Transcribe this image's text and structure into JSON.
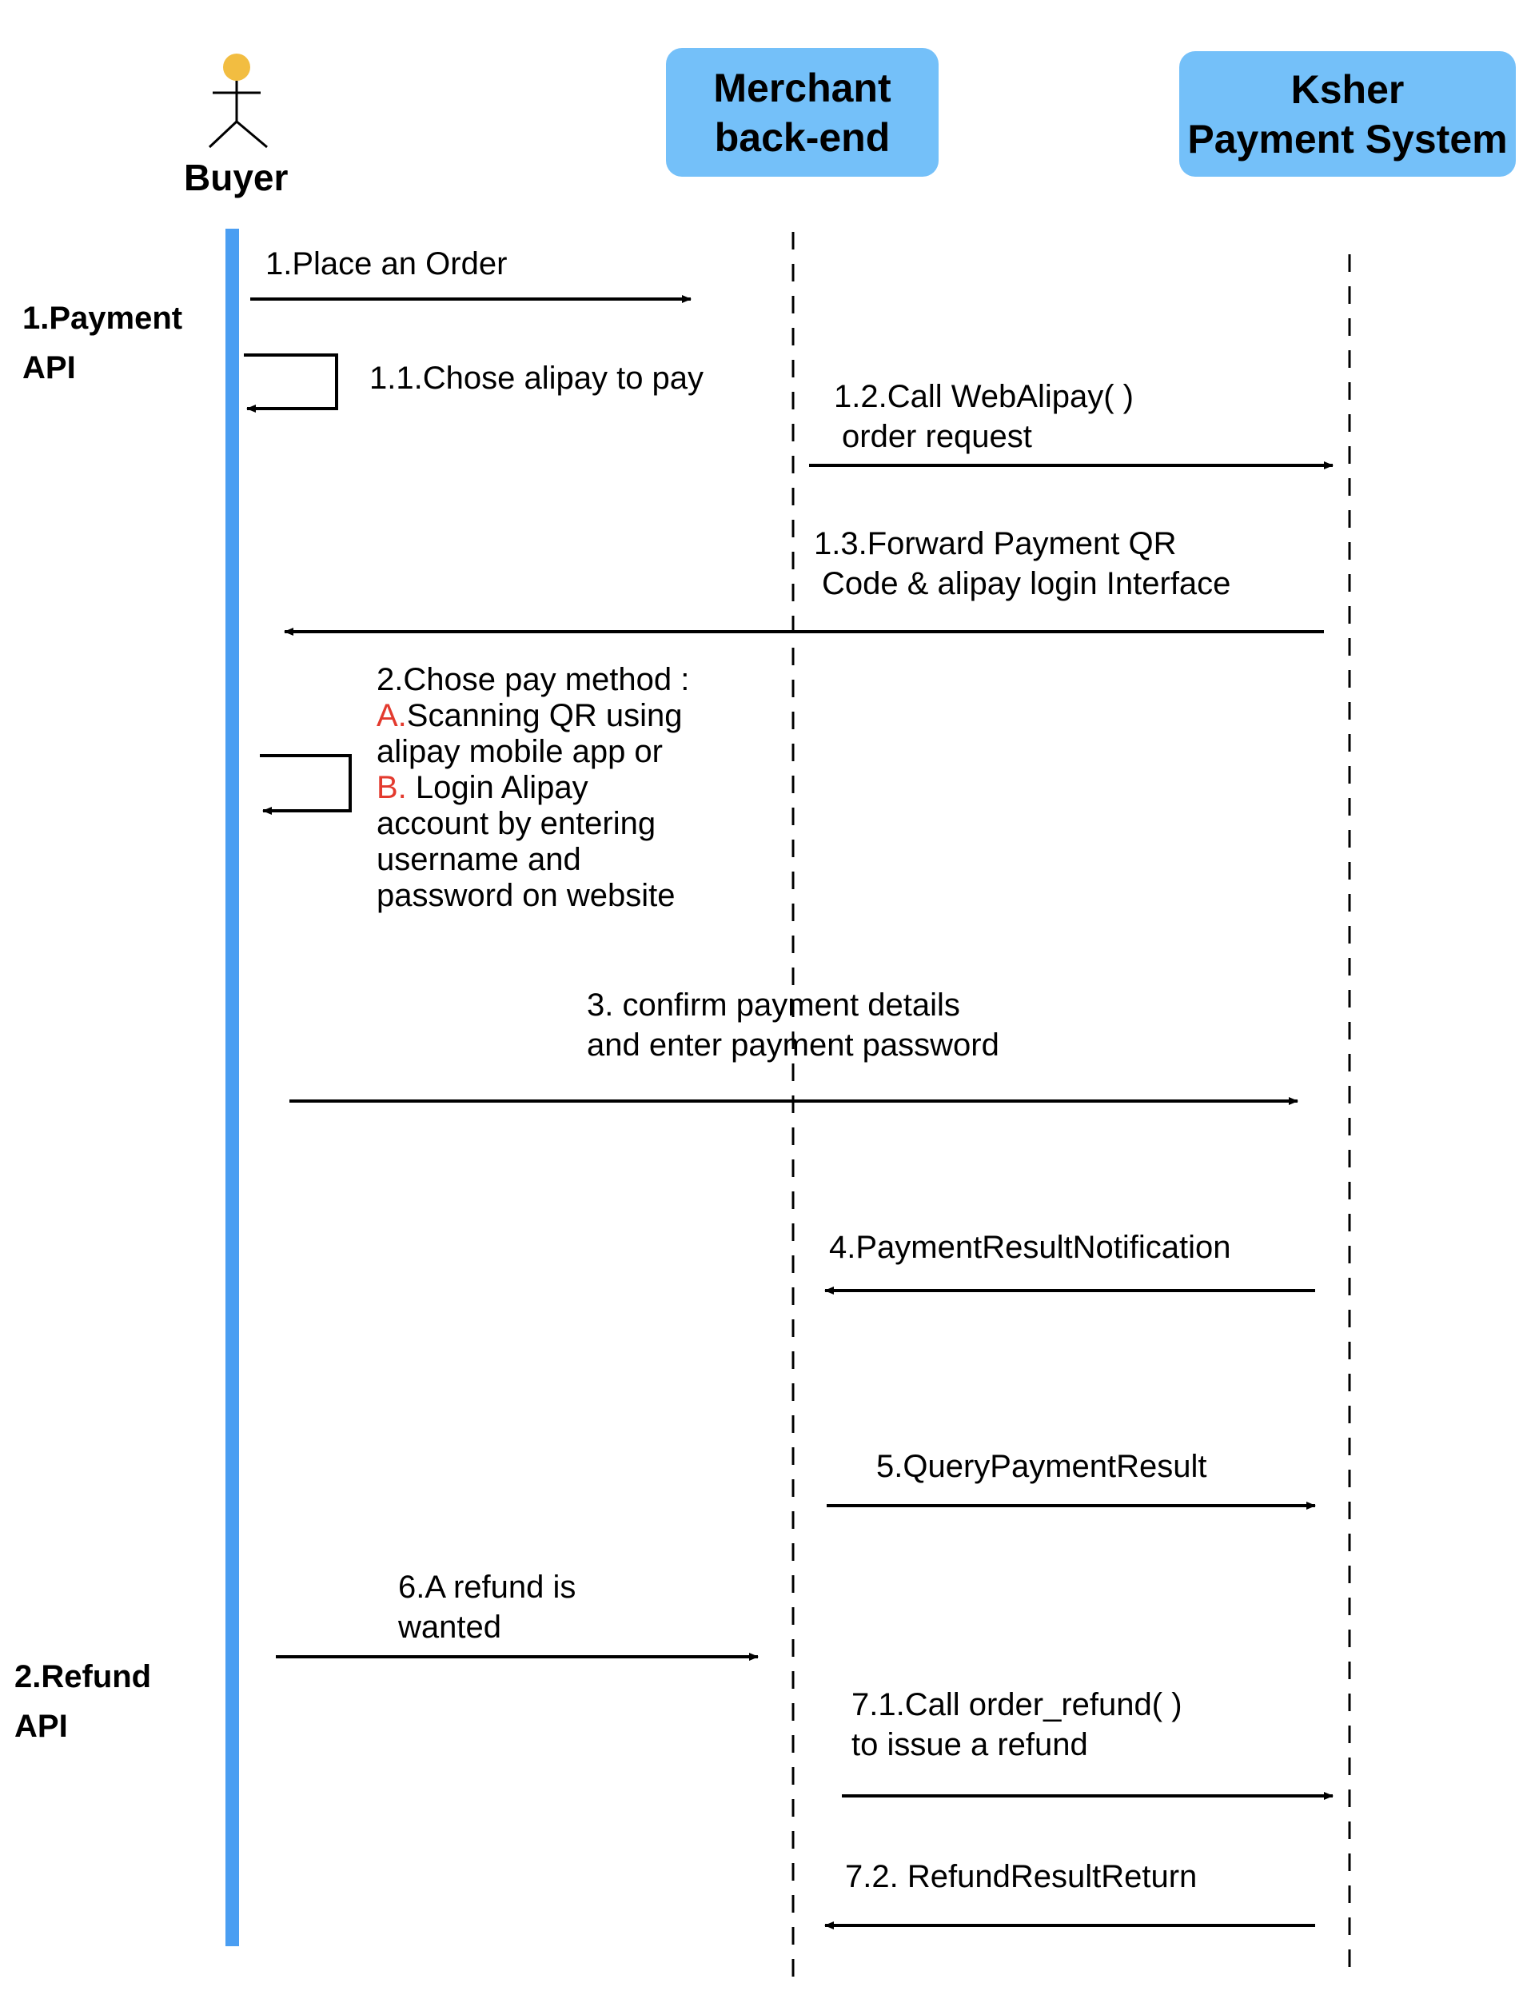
{
  "participants": {
    "buyer": "Buyer",
    "merchant": [
      "Merchant",
      "back-end"
    ],
    "ksher": [
      "Ksher",
      "Payment System"
    ]
  },
  "sections": {
    "payment": [
      "1.Payment",
      "API"
    ],
    "refund": [
      "2.Refund",
      "API"
    ]
  },
  "messages": {
    "m1": "1.Place an Order",
    "m1_1": "1.1.Chose alipay to pay",
    "m1_2": [
      "1.2.Call WebAlipay( )",
      "order request"
    ],
    "m1_3": [
      "1.3.Forward Payment QR",
      "Code & alipay  login Interface"
    ],
    "m2": {
      "line1": "2.Chose pay method :",
      "a_marker": "A.",
      "a_text": "Scanning QR using",
      "line3": "alipay mobile app or",
      "b_marker": "B.",
      "b_text": " Login Alipay",
      "line5": "account by entering",
      "line6": "username and",
      "line7": "password on website"
    },
    "m3": [
      "3. confirm payment details",
      "and enter payment password"
    ],
    "m4": "4.PaymentResultNotification",
    "m5": "5.QueryPaymentResult",
    "m6": [
      "6.A refund is",
      "wanted"
    ],
    "m7_1": [
      "7.1.Call order_refund( )",
      "to issue a refund"
    ],
    "m7_2": "7.2. RefundResultReturn"
  },
  "colors": {
    "participant_box": "#74c0f9",
    "buyer_lifeline": "#4a9ef2",
    "buyer_head": "#f2bd41",
    "option_marker": "#e33a2e",
    "line": "#000000"
  },
  "icons": {
    "buyer": "stick-figure-actor-icon"
  }
}
